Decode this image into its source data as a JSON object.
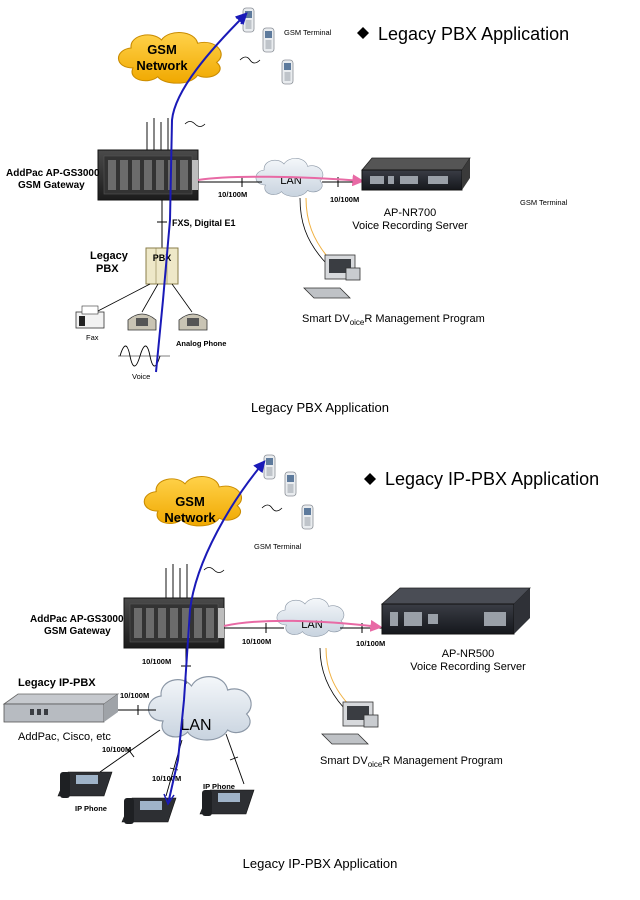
{
  "top": {
    "heading": "Legacy PBX  Application",
    "cloud_label_line1": "GSM",
    "cloud_label_line2": "Network",
    "gsm_terminal_label": "GSM Terminal",
    "gsm_terminal_label_right": "GSM Terminal",
    "gateway_line1": "AddPac AP-GS3000",
    "gateway_line2": "GSM Gateway",
    "lan_label": "LAN",
    "speed_left": "10/100M",
    "speed_right": "10/100M",
    "recorder_line1": "AP-NR700",
    "recorder_line2": "Voice Recording Server",
    "fxs_label": "FXS, Digital E1",
    "pbx_line1": "Legacy",
    "pbx_line2": "PBX",
    "pbx_box_label": "PBX",
    "fax_label": "Fax",
    "analog_label": "Analog Phone",
    "voice_label": "Voice",
    "mgmt_prefix": "Smart DV",
    "mgmt_sub": "oice",
    "mgmt_suffix": "R Management Program",
    "caption": "Legacy PBX Application"
  },
  "bottom": {
    "heading": "Legacy IP-PBX  Application",
    "cloud_label_line1": "GSM",
    "cloud_label_line2": "Network",
    "gsm_terminal_label": "GSM Terminal",
    "gateway_line1": "AddPac AP-GS3000",
    "gateway_line2": "GSM Gateway",
    "lan_label": "LAN",
    "speed_gw_lan": "10/100M",
    "speed_lan_rec": "10/100M",
    "speed_gw_down": "10/100M",
    "speed_ippbx": "10/100M",
    "speed_phone_left": "10/100M",
    "speed_phone_mid": "10/100M",
    "recorder_line1": "AP-NR500",
    "recorder_line2": "Voice Recording Server",
    "ippbx_label": "Legacy IP-PBX",
    "ippbx_vendors": "AddPac, Cisco, etc",
    "big_lan_label": "LAN",
    "ip_phone_left": "IP Phone",
    "ip_phone_right": "IP Phone",
    "mgmt_prefix": "Smart DV",
    "mgmt_sub": "oice",
    "mgmt_suffix": "R Management Program",
    "caption": "Legacy IP-PBX Application"
  },
  "colors": {
    "cloud_gsm": "#f5b800",
    "cloud_lan": "#dfe6ee",
    "voice_path": "#1a1ab8",
    "rtp_path": "#e86aa5",
    "mgmt_path": "#f0b040",
    "device_dark": "#2b2b2b"
  }
}
